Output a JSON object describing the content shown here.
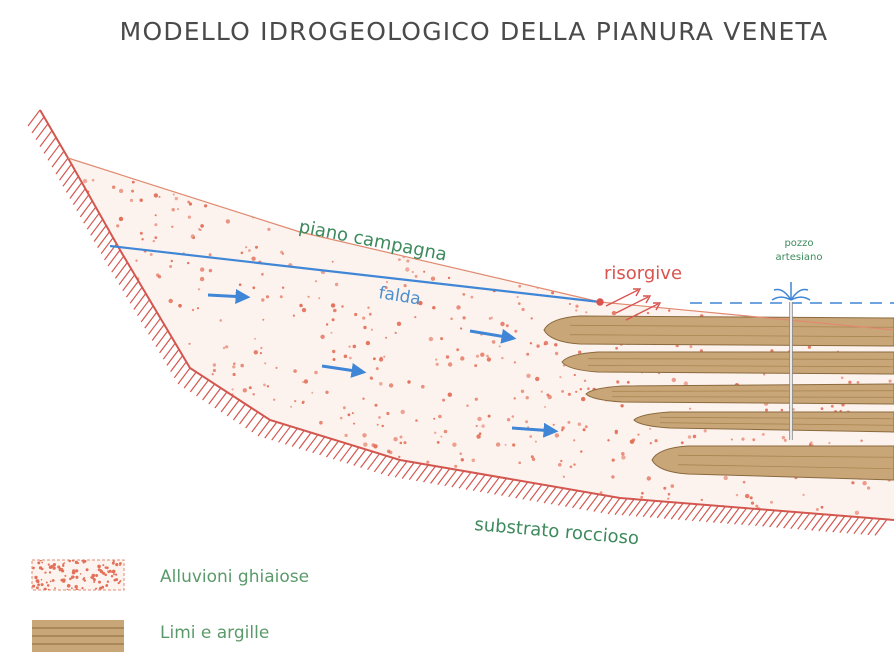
{
  "title": "MODELLO IDROGEOLOGICO DELLA PIANURA VENETA",
  "labels": {
    "piano_campagna": "piano campagna",
    "falda": "falda",
    "risorgive": "risorgive",
    "pozzo_line1": "pozzo",
    "pozzo_line2": "artesiano",
    "substrato": "substrato roccioso"
  },
  "legend": [
    {
      "label": "Alluvioni ghiaiose",
      "pattern": "gravel"
    },
    {
      "label": "Limi e argille",
      "pattern": "clay"
    }
  ],
  "colors": {
    "title": "#4a4a4a",
    "green_text": "#3d8a5c",
    "blue_text": "#4a8fcf",
    "water_blue": "#3f86d6",
    "red_text": "#d9534f",
    "gravel_dot": "#e3705a",
    "gravel_bg": "#fdf3ee",
    "clay_fill": "#c9a678",
    "clay_line": "#8a6a3e",
    "rock_hatch": "#d3574f",
    "legend_text": "#5a9a6a"
  }
}
